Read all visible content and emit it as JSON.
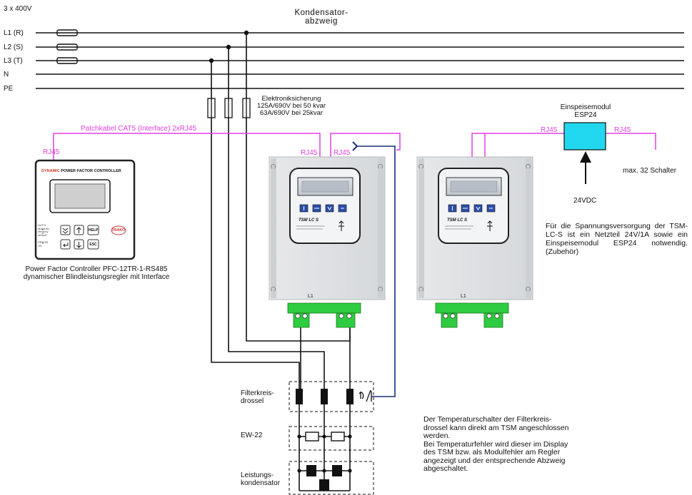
{
  "supply": {
    "voltage": "3 x 400V",
    "phases": [
      "L1 (R)",
      "L2 (S)",
      "L3 (T)",
      "N",
      "PE"
    ]
  },
  "branch_title": [
    "Kondensator-",
    "abzweig"
  ],
  "fuse_label": [
    "Elektroniksicherung",
    "125A/690V bei 50 kvar",
    "63A/690V bei 25kvar"
  ],
  "patch_cable": "Patchkabel CAT5 (Interface) 2xRJ45",
  "rj45": "RJ45",
  "feed_module": {
    "title": "Einspeisemodul",
    "name": "ESP24",
    "supply": "24VDC"
  },
  "max_switches": "max. 32 Schalter",
  "controller": {
    "brand": "DYNAMIC",
    "title": "POWER FACTOR CONTROLLER",
    "logo": "FRAKO",
    "left_labels_1": [
      "AUTO",
      "MANUAL",
      "Memory",
      "default"
    ],
    "left_labels_2": [
      "ERROR",
      "OK"
    ],
    "keys": [
      "HELP",
      "ESC"
    ],
    "caption": [
      "Power Factor Controller PFC-12TR-1-RS485",
      "dynamischer Blindleistungsregler mit Interface"
    ]
  },
  "tsm": {
    "model": "TSM LC S",
    "terminal_label": "L1"
  },
  "notes": {
    "power_supply": "Für die Spannungsversorgung der TSM-LC-S ist ein Netzteil 24V/1A sowie ein Einspeisemodul ESP24 notwendig. (Zubehör)",
    "temperature": [
      "Der Temperaturschalter der Filterkreis-",
      "drossel kann direkt am TSM angeschlossen",
      "werden.",
      "Bei Temperaturfehler wird dieser im Display",
      "des TSM bzw. als Modulfehler am Regler",
      "angezeigt und der entsprechende Abzweig",
      "abgeschaltet."
    ]
  },
  "components": {
    "reactor": [
      "Filterkreis-",
      "drossel"
    ],
    "discharge": "EW-22",
    "capacitor": [
      "Leistungs-",
      "kondensator"
    ]
  },
  "colors": {
    "pink": "#e040e0",
    "navy": "#1a2e7a",
    "green": "#2ecc40",
    "cyan": "#22d8f0",
    "panel": "#e2e4e6"
  }
}
